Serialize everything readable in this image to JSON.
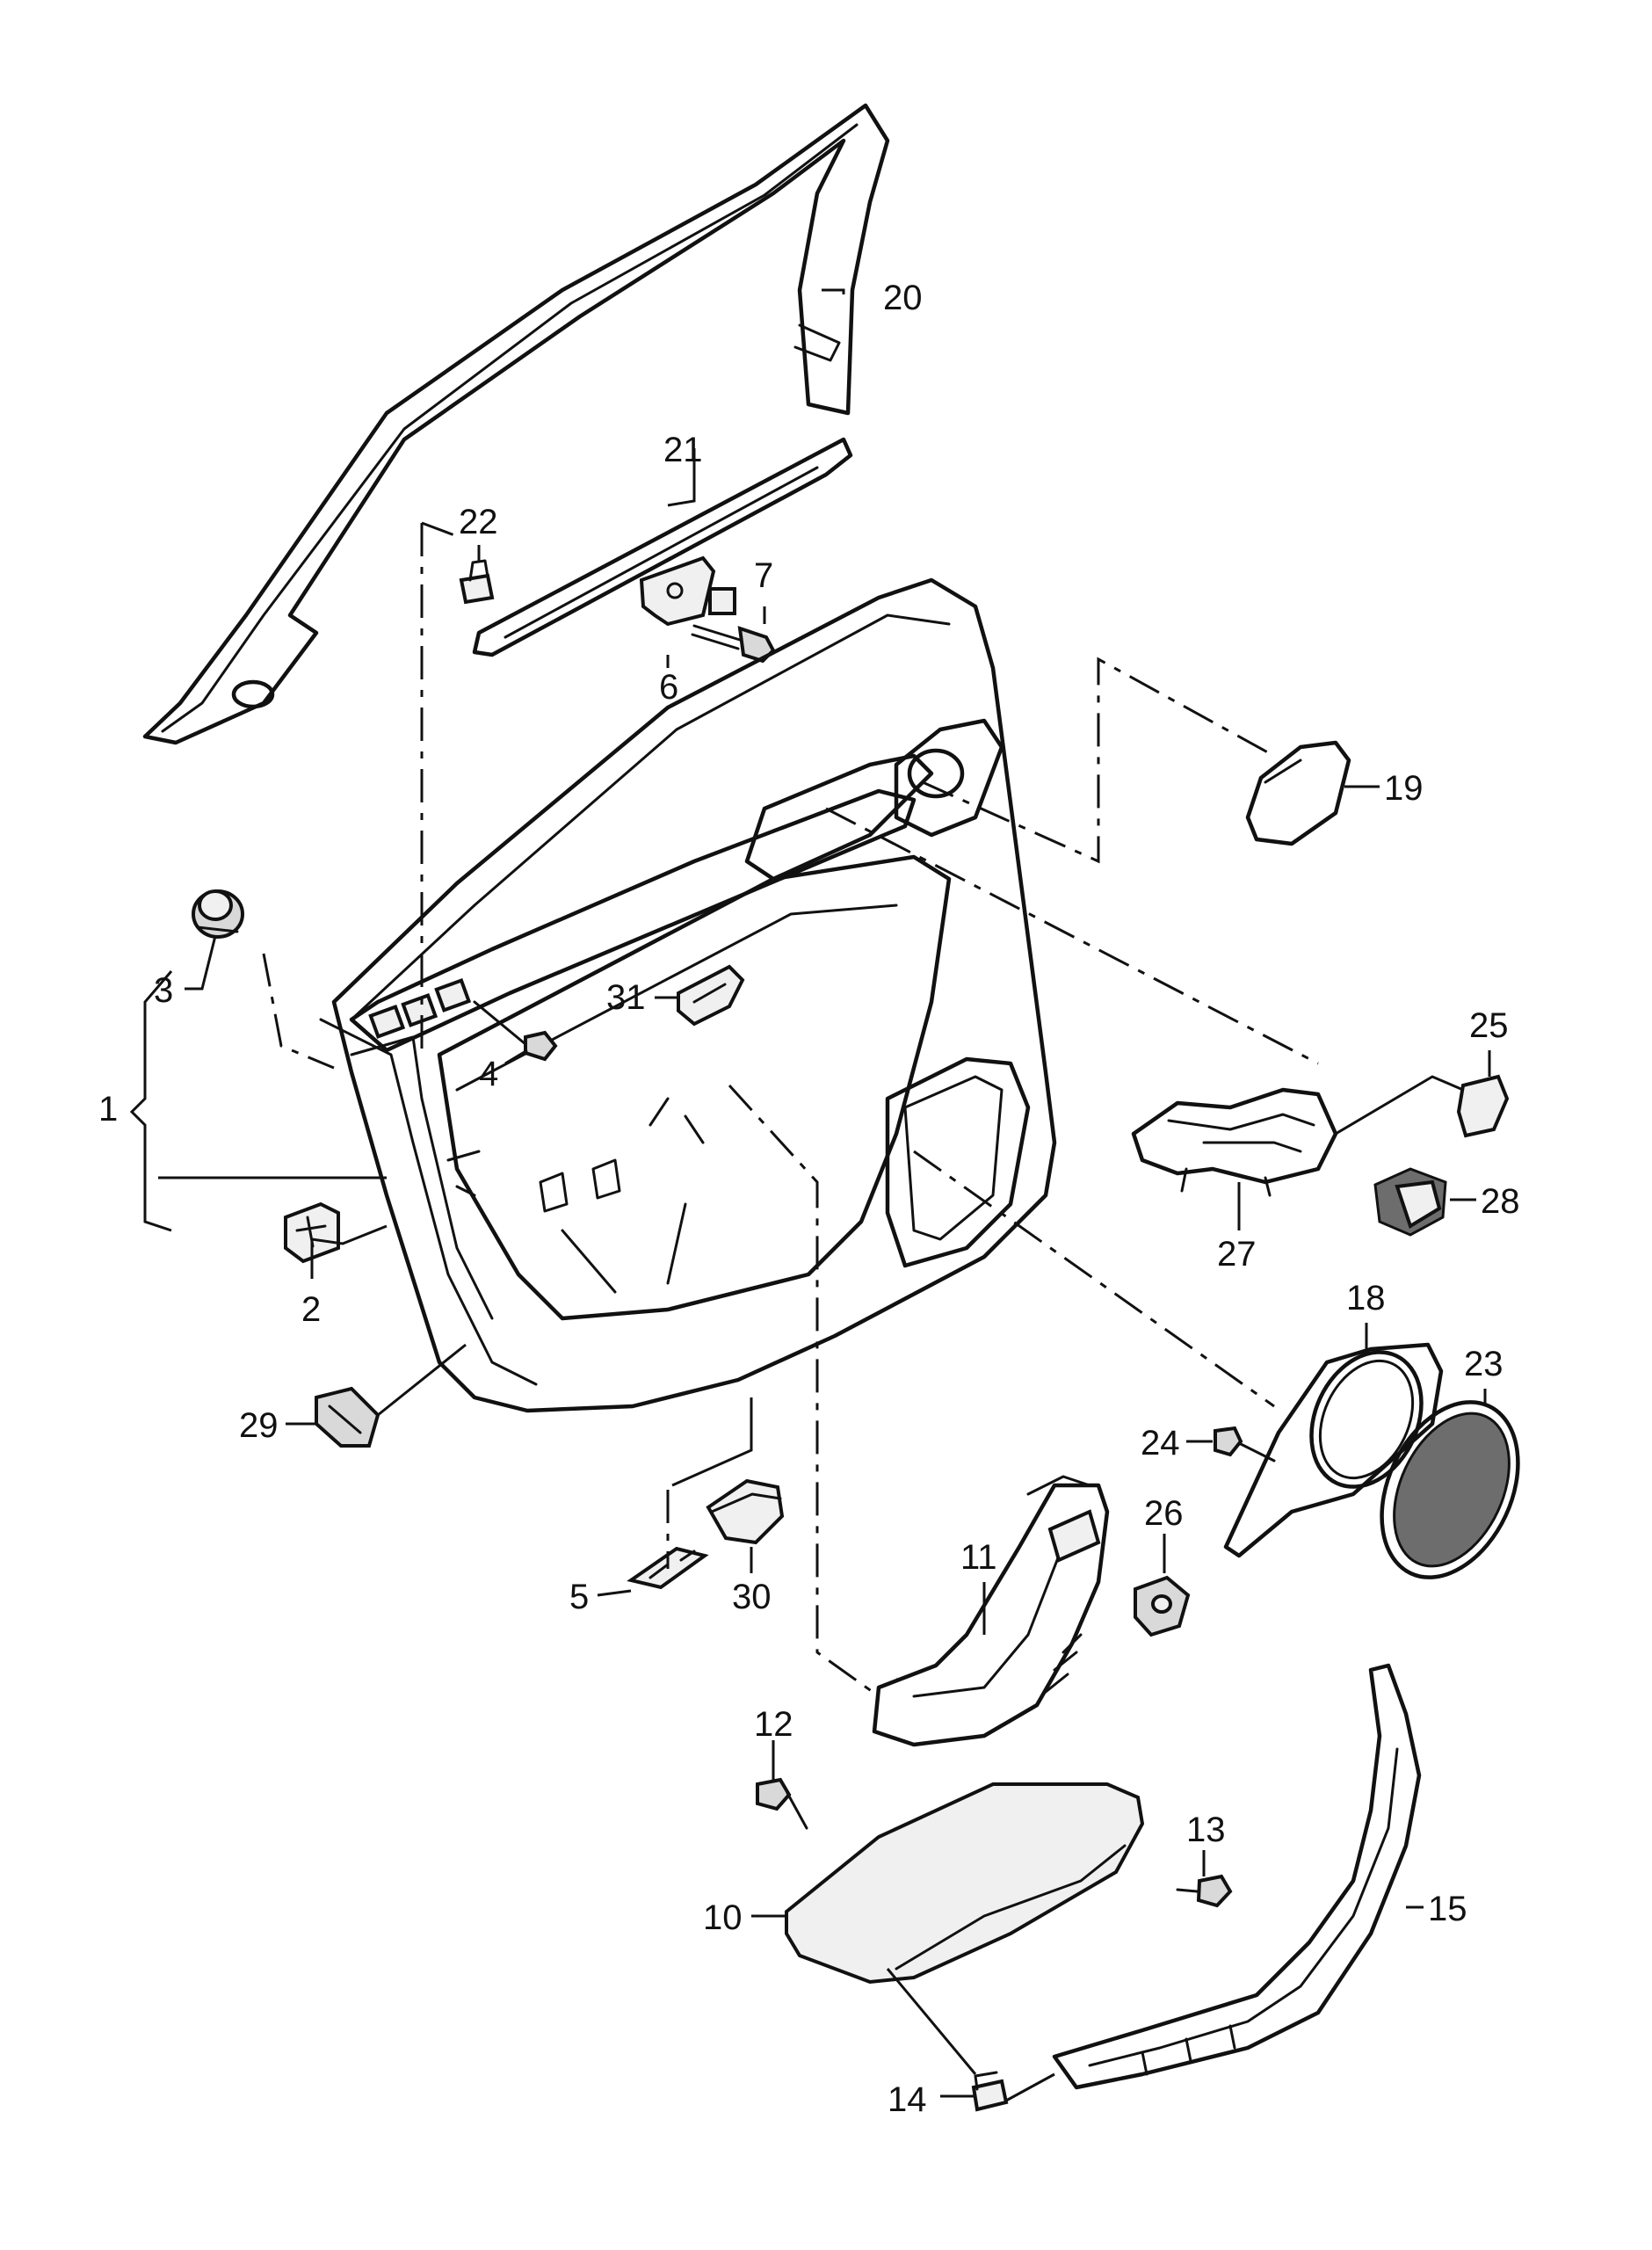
{
  "callouts": {
    "c1": "1",
    "c2": "2",
    "c3": "3",
    "c4": "4",
    "c5": "5",
    "c6": "6",
    "c7": "7",
    "c10": "10",
    "c11": "11",
    "c12": "12",
    "c13": "13",
    "c14": "14",
    "c15": "15",
    "c18": "18",
    "c19": "19",
    "c20": "20",
    "c21": "21",
    "c22": "22",
    "c23": "23",
    "c24": "24",
    "c25": "25",
    "c26": "26",
    "c27": "27",
    "c28": "28",
    "c29": "29",
    "c30": "30",
    "c31": "31"
  }
}
